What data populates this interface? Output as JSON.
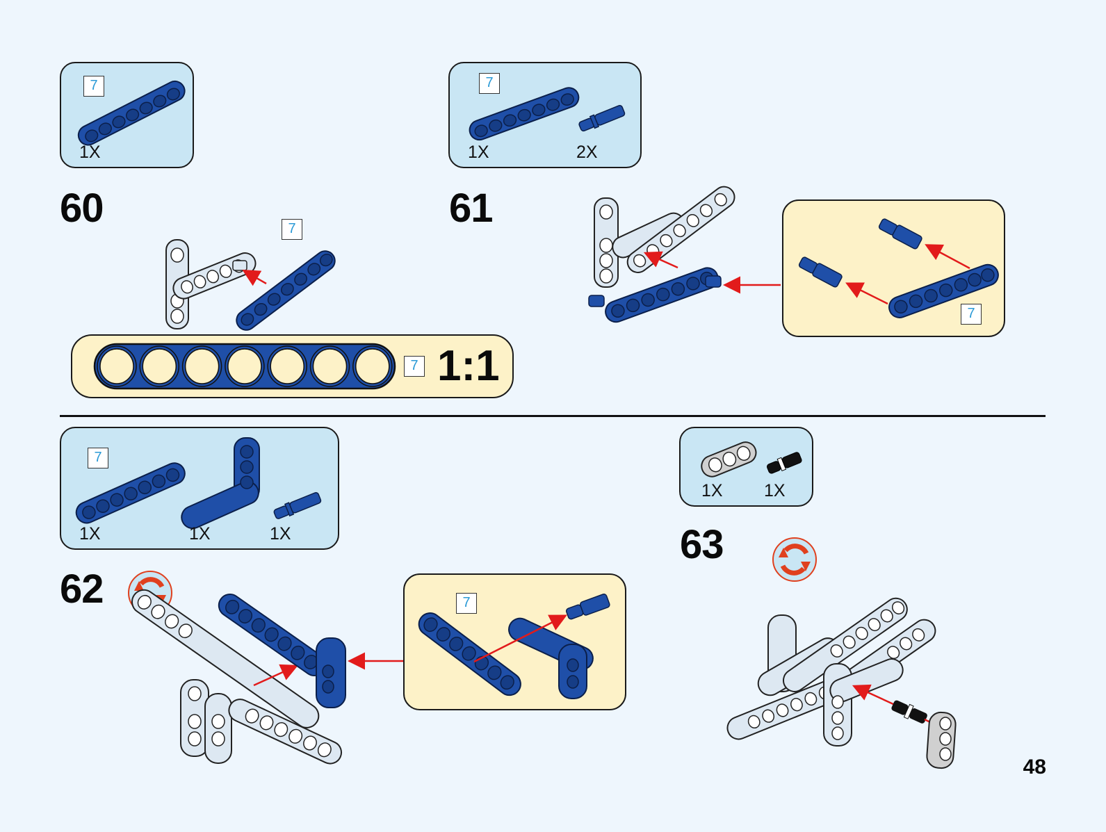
{
  "page": {
    "number": "48"
  },
  "colors": {
    "background": "#eef6fd",
    "parts_box": "#c9e6f4",
    "sub_assembly": "#fdf2c8",
    "blue_part": "#1f4fa8",
    "light_part": "#dde8f2",
    "arrow": "#e21b1b",
    "rotate_icon": "#e0401e",
    "length_tag_text": "#2b9ad6"
  },
  "steps": [
    {
      "number": "60",
      "parts": [
        {
          "name": "beam-7",
          "length": "7",
          "qty": "1X"
        }
      ],
      "assembly_length_tag": "7",
      "scale_guide": {
        "length": "7",
        "holes": 7,
        "label": "1:1"
      }
    },
    {
      "number": "61",
      "parts": [
        {
          "name": "beam-7",
          "length": "7",
          "qty": "1X"
        },
        {
          "name": "connector-pin",
          "qty": "2X"
        }
      ],
      "subassembly_length_tag": "7"
    },
    {
      "number": "62",
      "rotate_icon": "rotate-icon",
      "parts": [
        {
          "name": "beam-7",
          "length": "7",
          "qty": "1X"
        },
        {
          "name": "angle-beam",
          "qty": "1X"
        },
        {
          "name": "connector-pin",
          "qty": "1X"
        }
      ],
      "subassembly_length_tag": "7"
    },
    {
      "number": "63",
      "rotate_icon": "rotate-icon",
      "parts": [
        {
          "name": "beam-3-gray",
          "qty": "1X"
        },
        {
          "name": "black-pin",
          "qty": "1X"
        }
      ]
    }
  ]
}
